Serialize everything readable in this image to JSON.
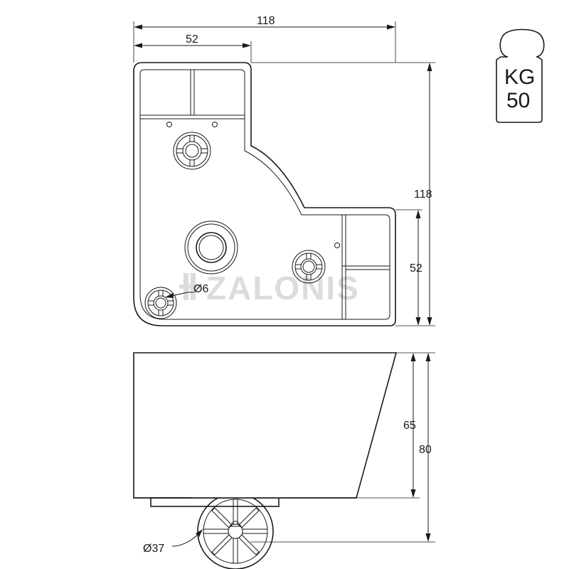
{
  "dimensions": {
    "width_total": "118",
    "width_part": "52",
    "depth_total": "118",
    "depth_part": "52",
    "height_body": "65",
    "height_total": "80",
    "hole_diameter": "Ø6",
    "wheel_diameter": "Ø37"
  },
  "weight_badge": {
    "unit": "KG",
    "value": "50"
  },
  "watermark": {
    "brand": "ZALONIS"
  }
}
